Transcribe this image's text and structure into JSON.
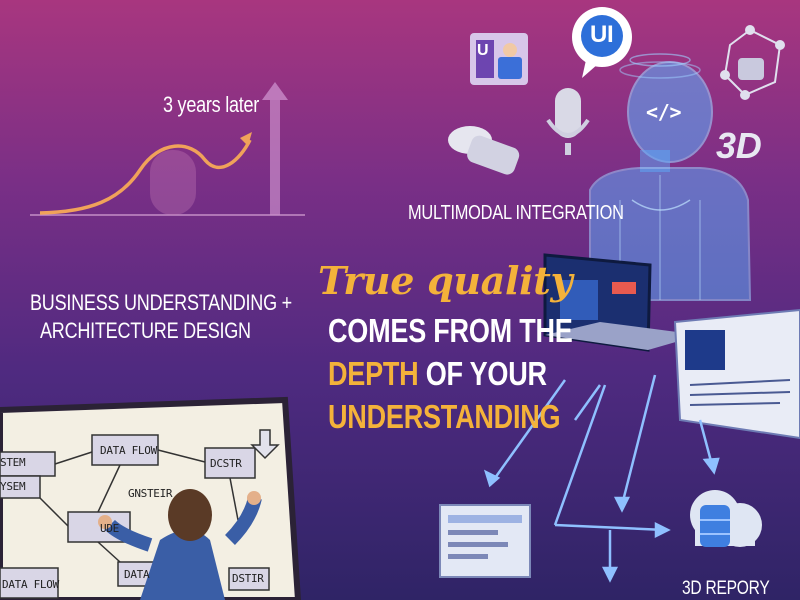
{
  "growth": {
    "label": "3 years later"
  },
  "left": {
    "line1": "BUSINESS UNDERSTANDING +",
    "line2": "ARCHITECTURE DESIGN"
  },
  "right": {
    "multimodal": "MULTIMODAL INTEGRATION",
    "report": "3D REPORY"
  },
  "quote": {
    "script": "True quality",
    "line1": "COMES FROM THE",
    "line2_accent": "DEPTH",
    "line2_rest": " OF YOUR",
    "line3": "UNDERSTANDING"
  },
  "icons": {
    "ui_bubble": "UI",
    "three_d": "3D",
    "ui_tile": "U"
  },
  "whiteboard": {
    "box_data_flow_top": "DATA FLOW",
    "box_gnsteir": "GNSTEIR",
    "box_dcstr": "DCSTR",
    "box_stem": "STEM",
    "box_ysem": "YSEM",
    "box_ude": "UDE",
    "box_data_flow_bottom": "DATA FLOW",
    "box_data_bottom": "DATA",
    "box_dstir": "DSTIR"
  },
  "colors": {
    "accent": "#f4b23a",
    "hologram": "#6fb7ff",
    "background_top": "#a8367f",
    "background_bottom": "#2f2466"
  }
}
